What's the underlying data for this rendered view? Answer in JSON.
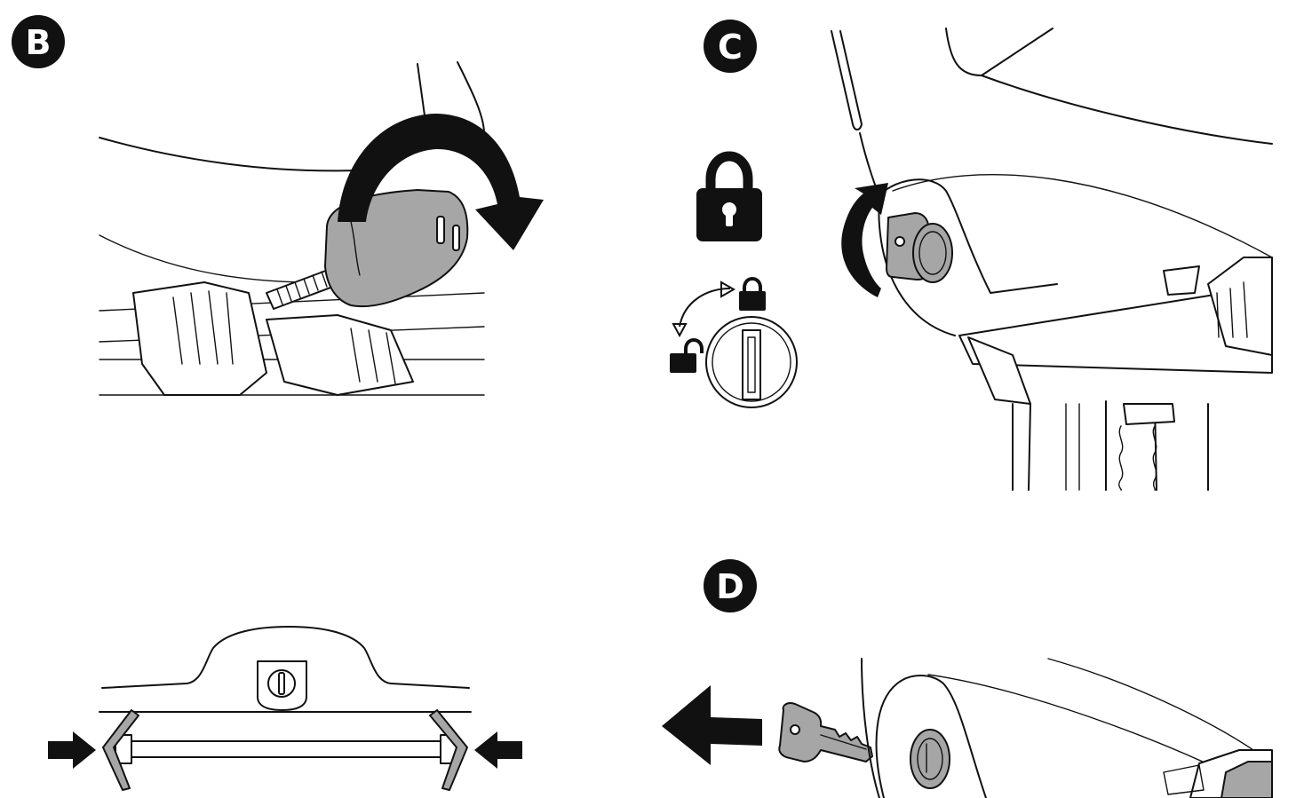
{
  "steps": [
    {
      "id": "B",
      "label": "B"
    },
    {
      "id": "C",
      "label": "C"
    },
    {
      "id": "D",
      "label": "D"
    }
  ],
  "colors": {
    "ink": "#111111",
    "part_grey": "#a6a6a6",
    "background": "#ffffff"
  },
  "icons": [
    "rotate-arrow-icon",
    "locked-padlock-icon",
    "unlocked-padlock-icon",
    "lock-cylinder-icon",
    "key-icon",
    "push-arrow-icon",
    "pull-arrow-icon"
  ]
}
